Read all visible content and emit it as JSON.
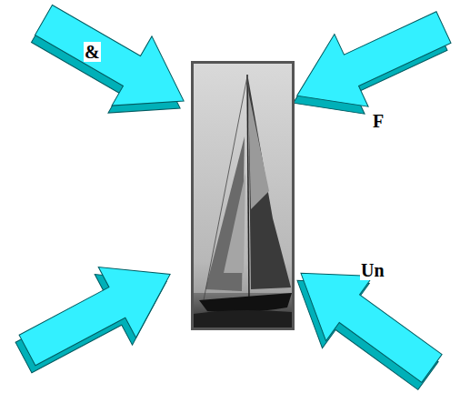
{
  "diagram": {
    "labels": [
      "&",
      "F",
      "Un"
    ]
  }
}
